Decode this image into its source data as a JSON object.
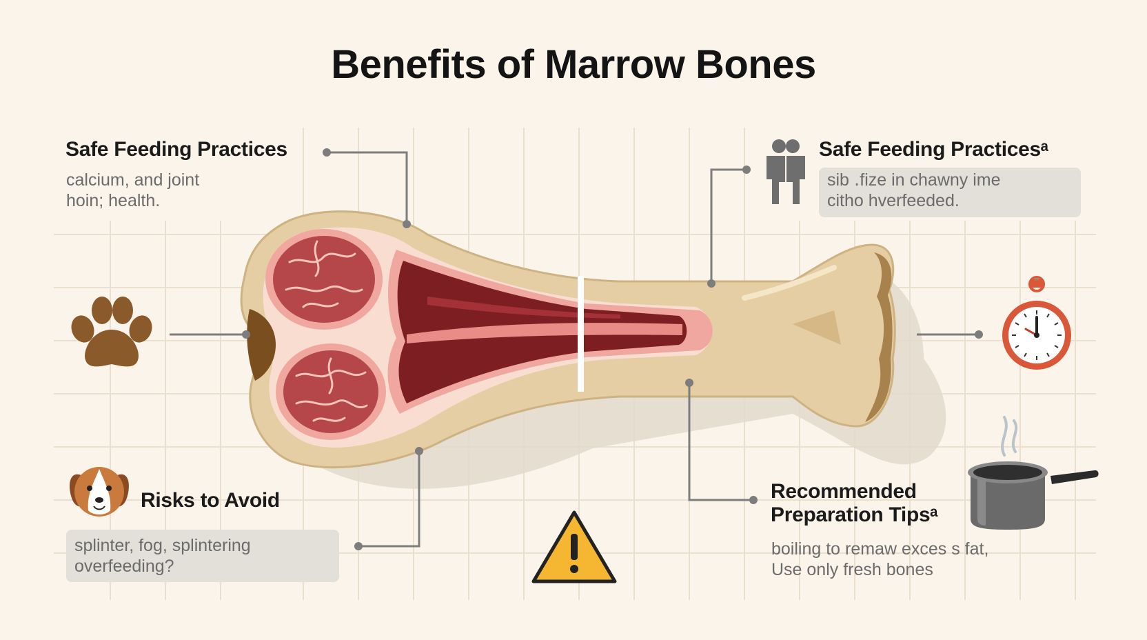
{
  "title": "Benefits of Marrow Bones",
  "top_left": {
    "heading": "Safe Feeding Practices",
    "lines": [
      "calcium, and joint",
      "hoin; health."
    ]
  },
  "top_right": {
    "heading": "Safe Feeding Practicesᵃ",
    "lines": [
      "sib ․fize in chawny ime",
      "citho hverfeeded."
    ]
  },
  "bottom_left": {
    "heading": "Risks to Avoid",
    "lines": [
      "splinter, fog, splintering",
      "overfeeding?"
    ]
  },
  "bottom_right": {
    "heading_lines": [
      "Recommended",
      "Preparation Tipsᵃ"
    ],
    "lines": [
      "boiling to remaw exces s fat,",
      "Use only fresh bones"
    ]
  },
  "icons": {
    "paw": "paw-icon",
    "people": "people-icon",
    "stopwatch": "stopwatch-icon",
    "dog": "dog-face-icon",
    "warning": "warning-icon",
    "pot": "cooking-pot-icon"
  },
  "colors": {
    "background": "#fbf4ea",
    "bone": "#e9d3ad",
    "marrow": "#b5464a",
    "paw": "#8b5a2b",
    "warning": "#f5b731",
    "clock": "#d9583a"
  }
}
